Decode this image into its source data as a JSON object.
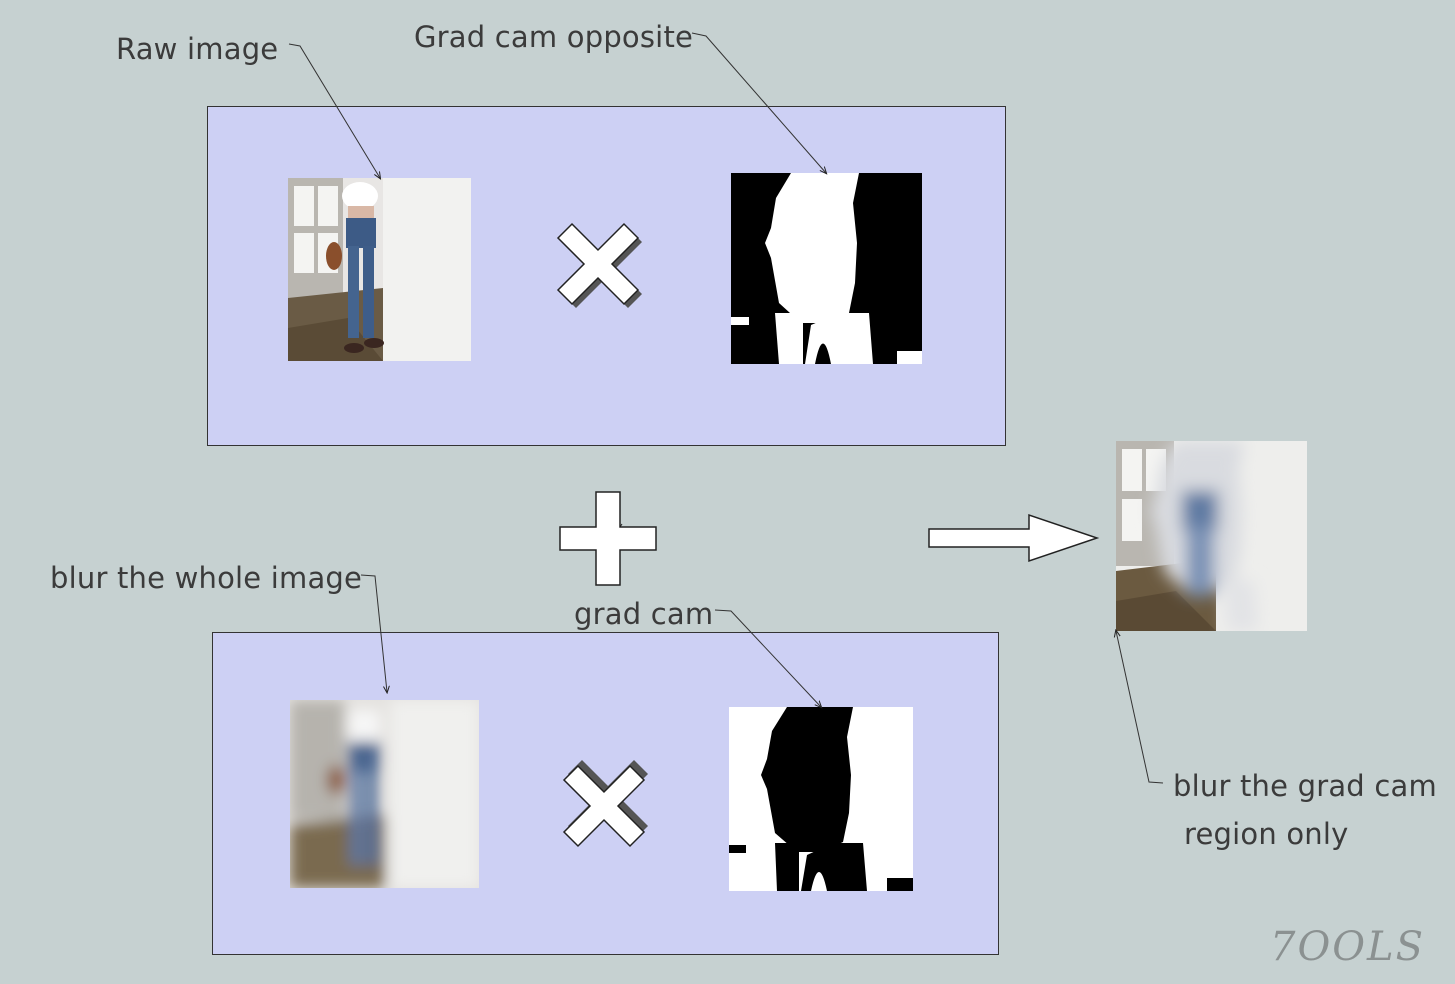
{
  "labels": {
    "raw_image": "Raw  image",
    "grad_cam_opposite": "Grad cam opposite",
    "blur_whole_image": "blur the whole image",
    "grad_cam": "grad cam",
    "blur_region_line1": "blur the grad  cam",
    "blur_region_line2": "region only"
  },
  "watermark": "7OOLS",
  "colors": {
    "background": "#c6d1d1",
    "panel": "#cdd0f4",
    "mask_black": "#000000",
    "mask_white": "#ffffff"
  },
  "icons": [
    "multiply-icon",
    "plus-icon",
    "arrow-right-icon"
  ]
}
